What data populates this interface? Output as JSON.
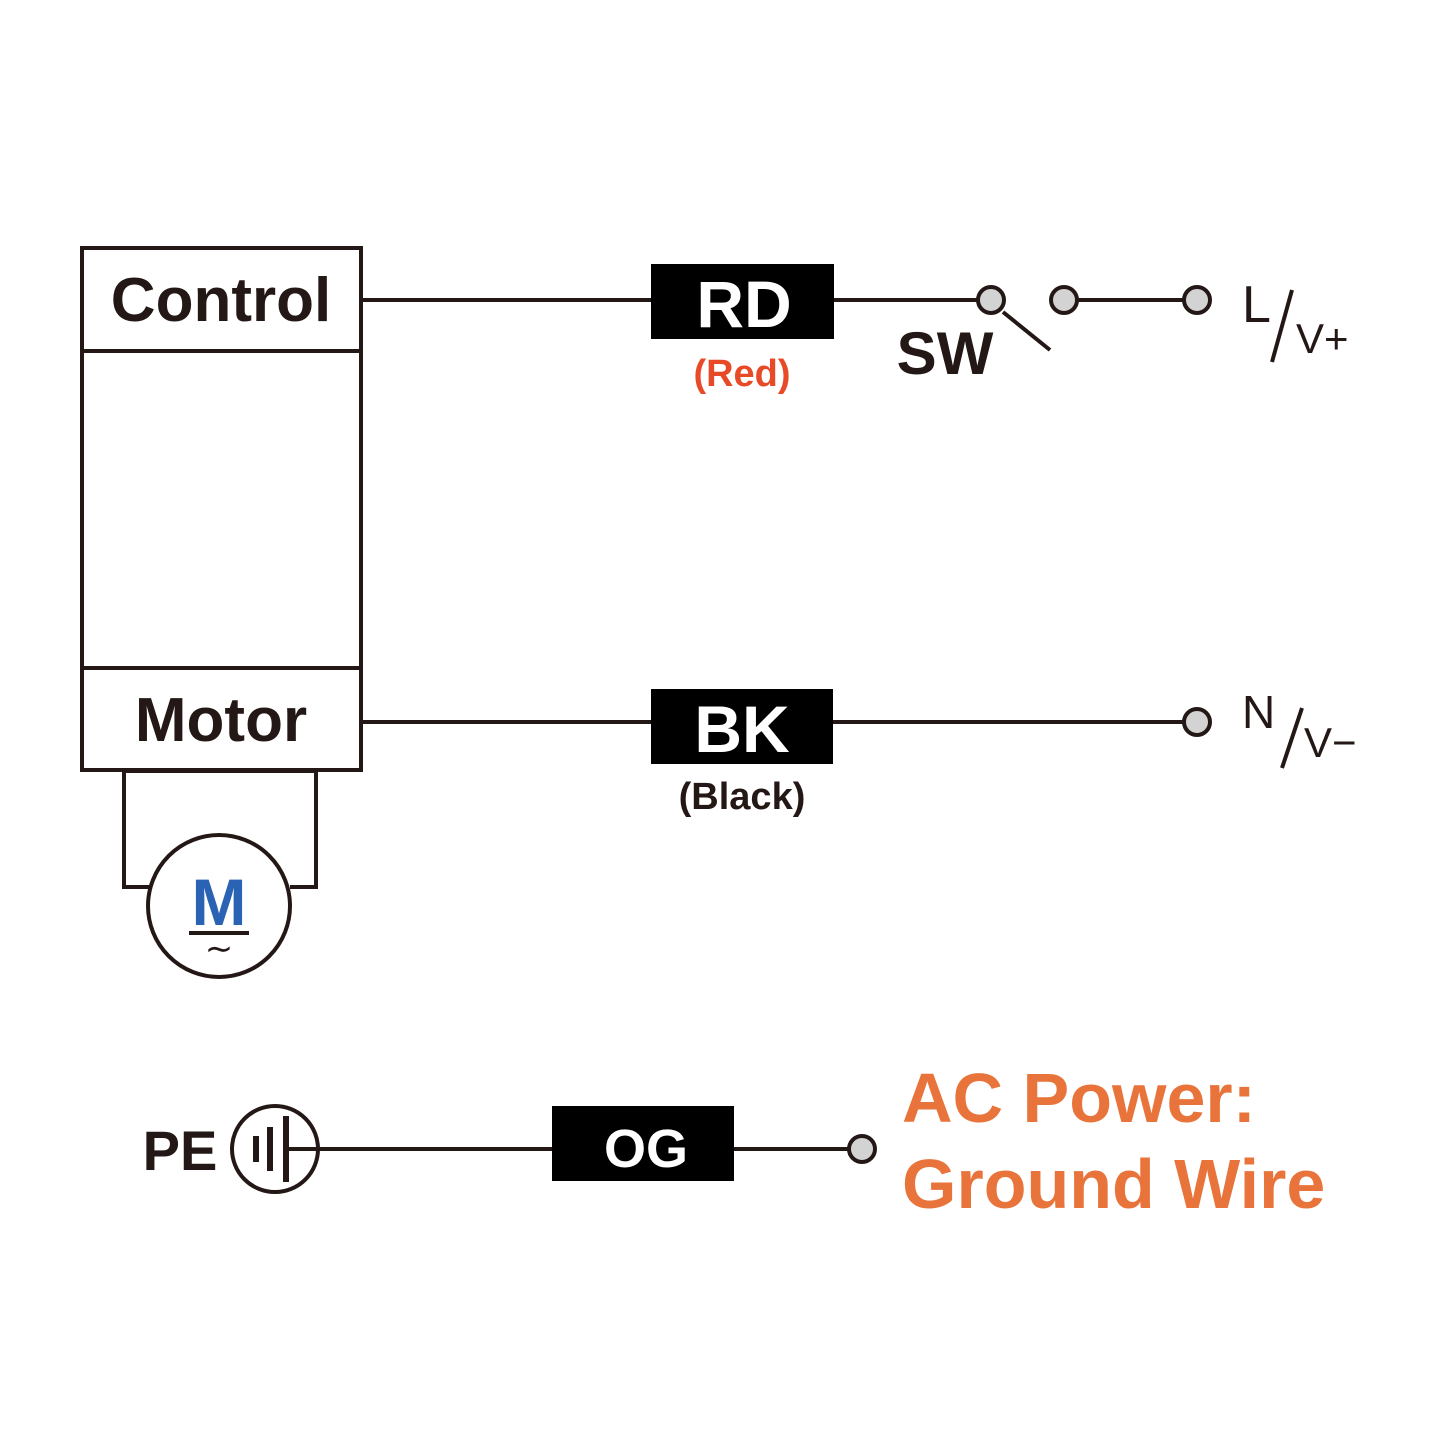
{
  "unit": {
    "control_label": "Control",
    "motor_label": "Motor",
    "motor_symbol_letter": "M",
    "motor_symbol_ac": "∼"
  },
  "wires": {
    "red": {
      "code": "RD",
      "color_name": "(Red)"
    },
    "black": {
      "code": "BK",
      "color_name": "(Black)"
    },
    "ground": {
      "code": "OG"
    }
  },
  "switch": {
    "label": "SW"
  },
  "terminals": {
    "line": {
      "main": "L",
      "sub": "V+"
    },
    "neutral": {
      "main": "N",
      "sub": "V−"
    },
    "pe": {
      "label": "PE"
    }
  },
  "note": {
    "line1": "AC Power:",
    "line2": "Ground Wire"
  },
  "colors": {
    "line": "#231815",
    "red_text": "#e84a27",
    "orange_text": "#e8743b",
    "motor_blue": "#2b63b4",
    "terminal_fill": "#d3d3d3",
    "tag_fill": "#000000"
  }
}
